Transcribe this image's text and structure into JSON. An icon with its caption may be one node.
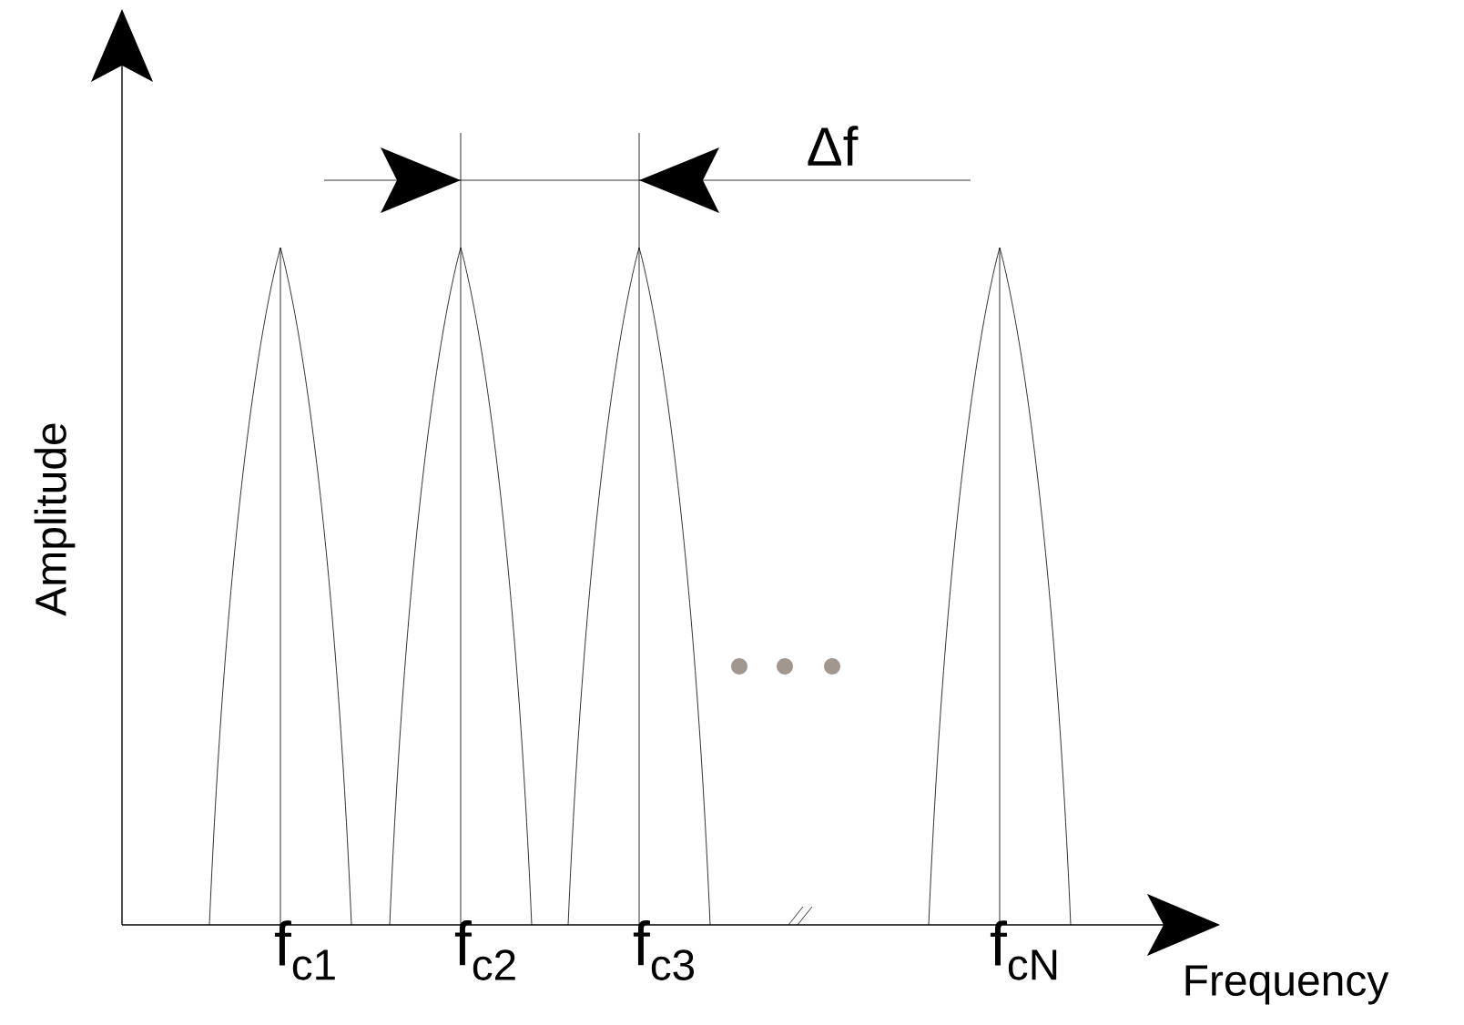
{
  "diagram": {
    "labels": [
      "Δf",
      "Amplitude",
      "f$_{c1}$",
      "f$_{c2}$",
      "f$_{c3}$",
      "f$_{cN}$",
      "Frequency"
    ]
  }
}
